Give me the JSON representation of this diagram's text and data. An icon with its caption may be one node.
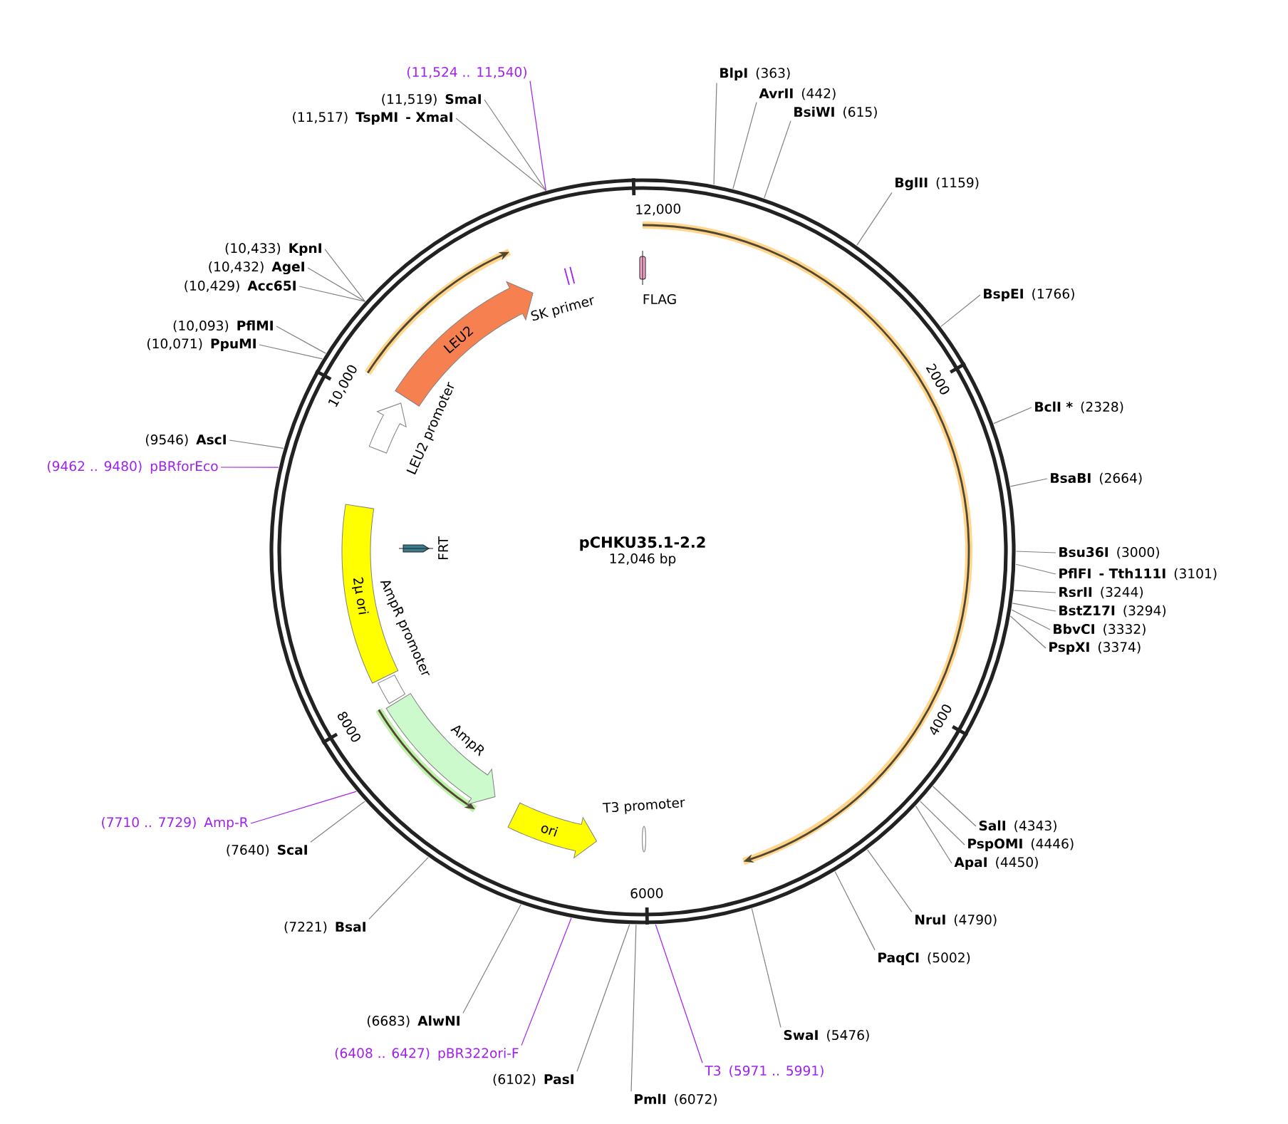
{
  "diagram": {
    "nodes": [
      {
        "text": [
          "pCHKU35.1-2.2",
          "12,046 bp"
        ]
      },
      {
        "text": [
          "LEU2"
        ],
        "in": 0
      },
      {
        "text": [
          "LEU2 promoter"
        ],
        "in": 0
      },
      {
        "text": [
          "SK primer"
        ],
        "in": 0
      },
      {
        "text": [
          "FLAG"
        ],
        "in": 0
      },
      {
        "text": [
          "2μ ori"
        ],
        "in": 0
      },
      {
        "text": [
          "FRT"
        ],
        "in": 0
      },
      {
        "text": [
          "AmpR promoter"
        ],
        "in": 0
      },
      {
        "text": [
          "AmpR"
        ],
        "in": 0
      },
      {
        "text": [
          "ori"
        ],
        "in": 0
      },
      {
        "text": [
          "T3 promoter"
        ],
        "in": 0
      },
      {
        "text": [
          "BlpI",
          "(363)"
        ]
      },
      {
        "text": [
          "AvrII",
          "(442)"
        ]
      },
      {
        "text": [
          "BsiWI",
          "(615)"
        ]
      },
      {
        "text": [
          "BglII",
          "(1159)"
        ]
      },
      {
        "text": [
          "BspEI",
          "(1766)"
        ]
      },
      {
        "text": [
          "BclI *",
          "(2328)"
        ]
      },
      {
        "text": [
          "BsaBI",
          "(2664)"
        ]
      },
      {
        "text": [
          "Bsu36I",
          "(3000)"
        ]
      },
      {
        "text": [
          "PflFI",
          "- Tth111I",
          "(3101)"
        ]
      },
      {
        "text": [
          "RsrII",
          "(3244)"
        ]
      },
      {
        "text": [
          "BstZ17I",
          "(3294)"
        ]
      },
      {
        "text": [
          "BbvCI",
          "(3332)"
        ]
      },
      {
        "text": [
          "PspXI",
          "(3374)"
        ]
      },
      {
        "text": [
          "SalI",
          "(4343)"
        ]
      },
      {
        "text": [
          "PspOMI",
          "(4446)"
        ]
      },
      {
        "text": [
          "ApaI",
          "(4450)"
        ]
      },
      {
        "text": [
          "NruI",
          "(4790)"
        ]
      },
      {
        "text": [
          "PaqCI",
          "(5002)"
        ]
      },
      {
        "text": [
          "SwaI",
          "(5476)"
        ]
      },
      {
        "text": [
          "T3",
          "(5971 .. 5991)"
        ]
      },
      {
        "text": [
          "PmlI",
          "(6072)"
        ]
      },
      {
        "text": [
          "(6102)",
          "PasI"
        ]
      },
      {
        "text": [
          "(6408 .. 6427)",
          "pBR322ori-F"
        ]
      },
      {
        "text": [
          "(6683)",
          "AlwNI"
        ]
      },
      {
        "text": [
          "(7221)",
          "BsaI"
        ]
      },
      {
        "text": [
          "(7640)",
          "ScaI"
        ]
      },
      {
        "text": [
          "(7710 .. 7729)",
          "Amp-R"
        ]
      },
      {
        "text": [
          "(9462 .. 9480)",
          "pBRforEco"
        ]
      },
      {
        "text": [
          "(9546)",
          "AscI"
        ]
      },
      {
        "text": [
          "(10,071)",
          "PpuMI"
        ]
      },
      {
        "text": [
          "(10,093)",
          "PflMI"
        ]
      },
      {
        "text": [
          "(10,429)",
          "Acc65I"
        ]
      },
      {
        "text": [
          "(10,432)",
          "AgeI"
        ]
      },
      {
        "text": [
          "(10,433)",
          "KpnI"
        ]
      },
      {
        "text": [
          "(11,517)",
          "TspMI",
          "- XmaI"
        ]
      },
      {
        "text": [
          "(11,519)",
          "SmaI"
        ]
      },
      {
        "text": [
          "(11,524 .. 11,540)"
        ]
      }
    ],
    "edges": [
      {
        "from": 11,
        "to": 0,
        "arrow": "none"
      },
      {
        "from": 12,
        "to": 0,
        "arrow": "none"
      },
      {
        "from": 13,
        "to": 0,
        "arrow": "none"
      },
      {
        "from": 14,
        "to": 0,
        "arrow": "none"
      },
      {
        "from": 15,
        "to": 0,
        "arrow": "none"
      },
      {
        "from": 16,
        "to": 0,
        "arrow": "none"
      },
      {
        "from": 17,
        "to": 0,
        "arrow": "none"
      },
      {
        "from": 18,
        "to": 0,
        "arrow": "none"
      },
      {
        "from": 19,
        "to": 0,
        "arrow": "none"
      },
      {
        "from": 20,
        "to": 0,
        "arrow": "none"
      },
      {
        "from": 21,
        "to": 0,
        "arrow": "none"
      },
      {
        "from": 22,
        "to": 0,
        "arrow": "none"
      },
      {
        "from": 23,
        "to": 0,
        "arrow": "none"
      },
      {
        "from": 24,
        "to": 0,
        "arrow": "none"
      },
      {
        "from": 25,
        "to": 0,
        "arrow": "none"
      },
      {
        "from": 26,
        "to": 0,
        "arrow": "none"
      },
      {
        "from": 27,
        "to": 0,
        "arrow": "none"
      },
      {
        "from": 28,
        "to": 0,
        "arrow": "none"
      },
      {
        "from": 29,
        "to": 0,
        "arrow": "none"
      },
      {
        "from": 30,
        "to": 0,
        "arrow": "none",
        "color": "#a020f0"
      },
      {
        "from": 31,
        "to": 0,
        "arrow": "none"
      },
      {
        "from": 32,
        "to": 0,
        "arrow": "none"
      },
      {
        "from": 33,
        "to": 0,
        "arrow": "none",
        "color": "#a020f0"
      },
      {
        "from": 34,
        "to": 0,
        "arrow": "none"
      },
      {
        "from": 35,
        "to": 0,
        "arrow": "none"
      },
      {
        "from": 36,
        "to": 0,
        "arrow": "none"
      },
      {
        "from": 37,
        "to": 0,
        "arrow": "none",
        "color": "#a020f0"
      },
      {
        "from": 38,
        "to": 0,
        "arrow": "none",
        "color": "#a020f0"
      },
      {
        "from": 39,
        "to": 0,
        "arrow": "none"
      },
      {
        "from": 40,
        "to": 0,
        "arrow": "none"
      },
      {
        "from": 41,
        "to": 0,
        "arrow": "none"
      },
      {
        "from": 42,
        "to": 0,
        "arrow": "none"
      },
      {
        "from": 43,
        "to": 0,
        "arrow": "none"
      },
      {
        "from": 44,
        "to": 0,
        "arrow": "none"
      },
      {
        "from": 45,
        "to": 0,
        "arrow": "none"
      },
      {
        "from": 46,
        "to": 0,
        "arrow": "none"
      },
      {
        "from": 47,
        "to": 0,
        "arrow": "none",
        "color": "#a020f0"
      }
    ],
    "labels": [
      "12,000",
      "2000",
      "4000",
      "6000",
      "8000",
      "10,000"
    ]
  }
}
